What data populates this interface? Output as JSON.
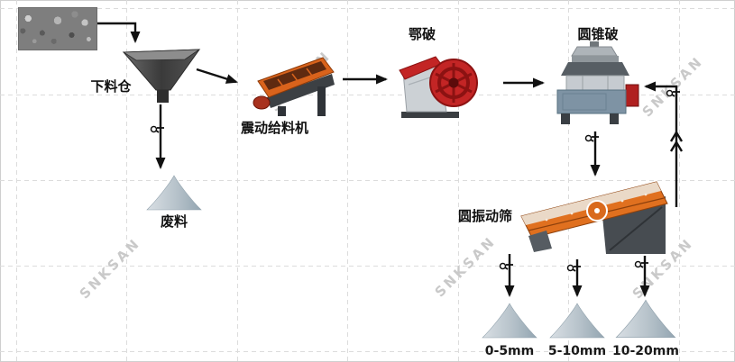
{
  "diagram": {
    "watermark": "SNKSAN",
    "stages": {
      "feed_bin": "下料仓",
      "vibrating_feeder": "震动给料机",
      "waste": "废料",
      "jaw_crusher": "鄂破",
      "cone_crusher": "圆锥破",
      "vibrating_screen": "圆振动筛"
    },
    "products": [
      "0-5mm",
      "5-10mm",
      "10-20mm"
    ],
    "colors": {
      "machine_orange": "#dd671f",
      "machine_red": "#c32525",
      "machine_gray": "#c9ced2",
      "base_blue_gray": "#7e93a4",
      "stockpile_gray": "#b6c2ca",
      "arrow_black": "#111111",
      "grid_gray": "#dcdcdc",
      "watermark_gray": "#c9c9c9"
    }
  }
}
